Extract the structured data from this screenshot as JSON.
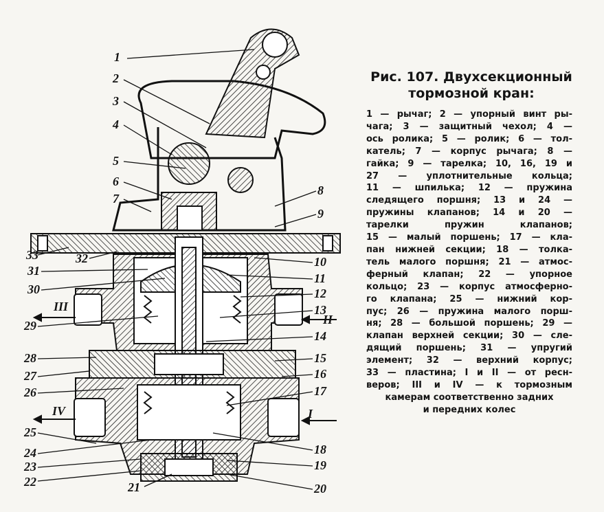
{
  "caption": {
    "title_line1": "Рис. 107. Двухсекционный",
    "title_line2": "тормозной кран:",
    "legend_lines": [
      "1 — рычаг; 2 — упорный винт ры-",
      "чага; 3 — защитный чехол; 4 —",
      "ось ролика; 5 — ролик; 6 — тол-",
      "катель; 7 — корпус рычага; 8 —",
      "гайка; 9 — тарелка; 10, 16, 19 и",
      "27 — уплотнительные кольца;",
      "11 — шпилька; 12 — пружина",
      "следящего поршня; 13 и 24 —",
      "пружины клапанов; 14 и 20 —",
      "тарелки пружин клапанов;",
      "15 — малый поршень; 17 — кла-",
      "пан нижней секции; 18 — толка-",
      "тель малого поршня; 21 — атмос-",
      "ферный клапан; 22 — упорное",
      "кольцо; 23 — корпус атмосферно-",
      "го клапана; 25 — нижний кор-",
      "пус; 26 — пружина малого порш-",
      "ня; 28 — большой поршень; 29 —",
      "клапан верхней секции; 30 — сле-",
      "дящий поршень; 31 — упругий",
      "элемент; 32 — верхний корпус;",
      "33 — пластина; I и II — от ресн-",
      "веров; III и IV — к тормозным",
      "камерам соответственно задних",
      "и передних колес"
    ]
  },
  "callouts": {
    "n1": "1",
    "n2": "2",
    "n3": "3",
    "n4": "4",
    "n5": "5",
    "n6": "6",
    "n7": "7",
    "n8": "8",
    "n9": "9",
    "n10": "10",
    "n11": "11",
    "n12": "12",
    "n13": "13",
    "n14": "14",
    "n15": "15",
    "n16": "16",
    "n17": "17",
    "n18": "18",
    "n19": "19",
    "n20": "20",
    "n21": "21",
    "n22": "22",
    "n23": "23",
    "n24": "24",
    "n25": "25",
    "n26": "26",
    "n27": "27",
    "n28": "28",
    "n29": "29",
    "n30": "30",
    "n31": "31",
    "n32": "32",
    "n33": "33"
  },
  "ports": {
    "I": "I",
    "II": "II",
    "III": "III",
    "IV": "IV"
  }
}
